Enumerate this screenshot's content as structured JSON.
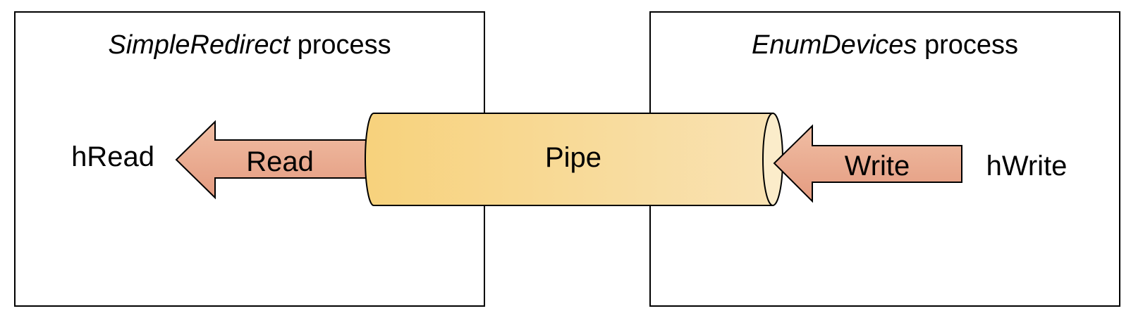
{
  "diagram": {
    "left_process": {
      "title_name": "SimpleRedirect",
      "title_suffix": " process"
    },
    "right_process": {
      "title_name": "EnumDevices",
      "title_suffix": " process"
    },
    "pipe": {
      "label": "Pipe"
    },
    "read_arrow": {
      "label": "Read",
      "handle": "hRead"
    },
    "write_arrow": {
      "label": "Write",
      "handle": "hWrite"
    },
    "colors": {
      "pipe_fill_start": "#f7d27c",
      "pipe_fill_end": "#f9e2b3",
      "pipe_end_cap": "#fbecca",
      "arrow_fill_start": "#e49b80",
      "arrow_fill_end": "#f0bea4",
      "stroke": "#000000"
    }
  }
}
